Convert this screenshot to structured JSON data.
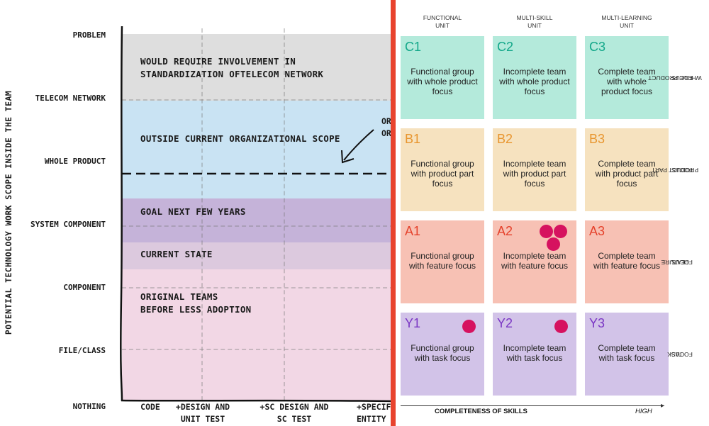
{
  "left_chart": {
    "y_axis_title": "POTENTIAL TECHNOLOGY WORK SCOPE INSIDE THE TEAM",
    "y_levels": [
      "PROBLEM",
      "TELECOM NETWORK",
      "WHOLE PRODUCT",
      "SYSTEM COMPONENT",
      "COMPONENT",
      "FILE/CLASS",
      "NOTHING"
    ],
    "x_levels": [
      {
        "line1": "CODE",
        "line2": ""
      },
      {
        "line1": "+DESIGN AND",
        "line2": "UNIT TEST"
      },
      {
        "line1": "+SC DESIGN AND",
        "line2": "SC TEST"
      },
      {
        "line1": "+SPECIFI",
        "line2": "ENTITY"
      }
    ],
    "bands": [
      {
        "label1": "WOULD REQUIRE INVOLVEMENT IN",
        "label2": "STANDARDIZATION OFTELECOM NETWORK",
        "color": "#dedede"
      },
      {
        "label1": "OUTSIDE CURRENT ORGANIZATIONAL SCOPE",
        "label2": "",
        "color": "#c9e3f3"
      },
      {
        "label1": "GOAL NEXT FEW YEARS",
        "label2": "",
        "color": "#c5b3d9"
      },
      {
        "label1": "CURRENT STATE",
        "label2": "",
        "color": "#dcc9de"
      },
      {
        "label1": "ORIGINAL TEAMS",
        "label2": "BEFORE LESS ADOPTION",
        "color": "#f2d7e5"
      }
    ],
    "annotation_line1": "OR",
    "annotation_line2": "OR"
  },
  "team_grid": {
    "columns": [
      {
        "line1": "FUNCTIONAL",
        "line2": "UNIT"
      },
      {
        "line1": "MULTI-SKILL",
        "line2": "UNIT"
      },
      {
        "line1": "MULTI-LEARNING",
        "line2": "UNIT"
      }
    ],
    "rows": [
      {
        "label_line1": "WHOLE PRODUCT",
        "label_line2": "FOCUS",
        "bg": "#b4eadb",
        "code_color": "#12a789",
        "cells": [
          {
            "code": "C1",
            "line1": "Functional group",
            "line2": "with whole product",
            "line3": "focus",
            "dots": 0
          },
          {
            "code": "C2",
            "line1": "Incomplete team",
            "line2": "with whole product",
            "line3": "focus",
            "dots": 0
          },
          {
            "code": "C3",
            "line1": "Complete team",
            "line2": "with whole",
            "line3": "product focus",
            "dots": 0
          }
        ]
      },
      {
        "label_line1": "PRODUCT PART",
        "label_line2": "FOCUS",
        "bg": "#f6e2bf",
        "code_color": "#e8952e",
        "cells": [
          {
            "code": "B1",
            "line1": "Functional group",
            "line2": "with product part",
            "line3": "focus",
            "dots": 0
          },
          {
            "code": "B2",
            "line1": "Incomplete team",
            "line2": "with product part",
            "line3": "focus",
            "dots": 0
          },
          {
            "code": "B3",
            "line1": "Complete team",
            "line2": "with product part",
            "line3": "focus",
            "dots": 0
          }
        ]
      },
      {
        "label_line1": "FEATURE",
        "label_line2": "FOCUS",
        "bg": "#f7c1b4",
        "code_color": "#e5412b",
        "cells": [
          {
            "code": "A1",
            "line1": "Functional group",
            "line2": "with feature focus",
            "line3": "",
            "dots": 0
          },
          {
            "code": "A2",
            "line1": "Incomplete team",
            "line2": "with feature focus",
            "line3": "",
            "dots": 3
          },
          {
            "code": "A3",
            "line1": "Complete team",
            "line2": "with feature focus",
            "line3": "",
            "dots": 0
          }
        ]
      },
      {
        "label_line1": "TASK",
        "label_line2": "FOCUS",
        "bg": "#d2c3e8",
        "code_color": "#7a36c4",
        "cells": [
          {
            "code": "Y1",
            "line1": "Functional group",
            "line2": "with task focus",
            "line3": "",
            "dots": 1
          },
          {
            "code": "Y2",
            "line1": "Incomplete team",
            "line2": "with task focus",
            "line3": "",
            "dots": 1
          },
          {
            "code": "Y3",
            "line1": "Complete team",
            "line2": "with task focus",
            "line3": "",
            "dots": 0
          }
        ]
      }
    ],
    "x_axis_title": "COMPLETENESS OF SKILLS",
    "x_axis_high": "HIGH",
    "dot_color": "#d6125f"
  }
}
